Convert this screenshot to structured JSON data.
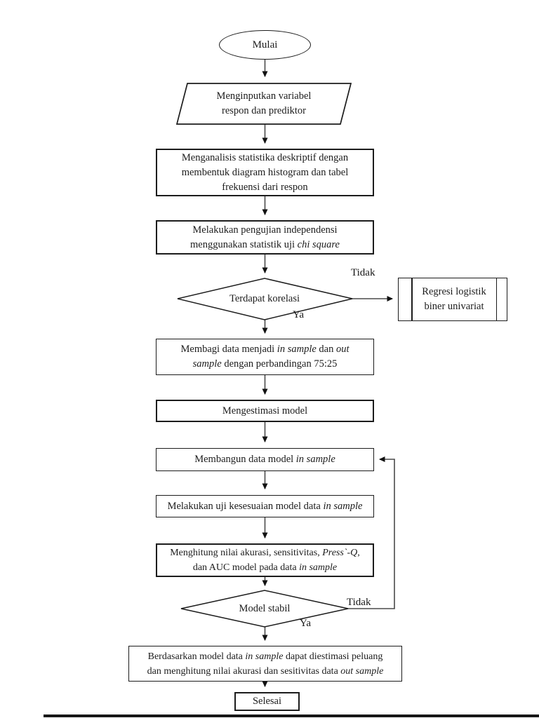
{
  "document": {
    "background_color": "#ffffff",
    "ink_color": "#1c1c1c",
    "connector_color": "#4a4a4a",
    "arrowhead_color": "#111111",
    "scan_artifact_color": "#161616"
  },
  "flowchart": {
    "nodes": {
      "start": {
        "shape": "terminator-ellipse",
        "label_lines": [
          [
            "Mulai"
          ]
        ]
      },
      "input": {
        "shape": "parallelogram-io",
        "label_lines": [
          [
            "Menginputkan variabel"
          ],
          [
            "respon dan prediktor"
          ]
        ]
      },
      "descriptive": {
        "shape": "process-rect",
        "label_lines": [
          [
            "Menganalisis statistika deskriptif dengan"
          ],
          [
            "membentuk diagram histogram dan tabel"
          ],
          [
            "frekuensi dari respon"
          ]
        ]
      },
      "independence": {
        "shape": "process-rect",
        "label_lines": [
          [
            "Melakukan pengujian independensi"
          ],
          [
            "menggunakan statistik uji ",
            {
              "t": "chi square",
              "i": true
            }
          ]
        ]
      },
      "correlation_decision": {
        "shape": "decision-diamond",
        "label_lines": [
          [
            "Terdapat korelasi"
          ]
        ]
      },
      "univariate": {
        "shape": "predefined-process",
        "label_lines": [
          [
            "Regresi logistik"
          ],
          [
            "biner univariat"
          ]
        ]
      },
      "split": {
        "shape": "process-rect",
        "label_lines": [
          [
            "Membagi data menjadi ",
            {
              "t": "in sample",
              "i": true
            },
            " dan ",
            {
              "t": "out",
              "i": true
            }
          ],
          [
            {
              "t": "sample",
              "i": true
            },
            " dengan perbandingan 75:25"
          ]
        ]
      },
      "estimate": {
        "shape": "process-rect",
        "label_lines": [
          [
            "Mengestimasi model"
          ]
        ]
      },
      "build": {
        "shape": "process-rect",
        "label_lines": [
          [
            "Membangun data model ",
            {
              "t": "in sample",
              "i": true
            }
          ]
        ]
      },
      "fit_test": {
        "shape": "process-rect",
        "label_lines": [
          [
            "Melakukan uji kesesuaian model data ",
            {
              "t": "in sample",
              "i": true
            }
          ]
        ]
      },
      "metrics": {
        "shape": "process-rect",
        "label_lines": [
          [
            "Menghitung nilai akurasi, sensitivitas, ",
            {
              "t": "Press`-Q",
              "i": true
            },
            ","
          ],
          [
            "dan AUC model pada data ",
            {
              "t": "in sample",
              "i": true
            }
          ]
        ]
      },
      "stability_decision": {
        "shape": "decision-diamond",
        "label_lines": [
          [
            "Model stabil"
          ]
        ]
      },
      "final": {
        "shape": "process-rect",
        "label_lines": [
          [
            "Berdasarkan model data ",
            {
              "t": "in sample",
              "i": true
            },
            " dapat diestimasi peluang"
          ],
          [
            "dan menghitung nilai akurasi dan sesitivitas data ",
            {
              "t": "out sample",
              "i": true
            }
          ]
        ]
      },
      "end": {
        "shape": "terminator-rect",
        "label_lines": [
          [
            "Selesai"
          ]
        ]
      }
    },
    "edge_labels": {
      "correlation_no": "Tidak",
      "correlation_yes": "Ya",
      "stability_no": "Tidak",
      "stability_yes": "Ya"
    }
  }
}
